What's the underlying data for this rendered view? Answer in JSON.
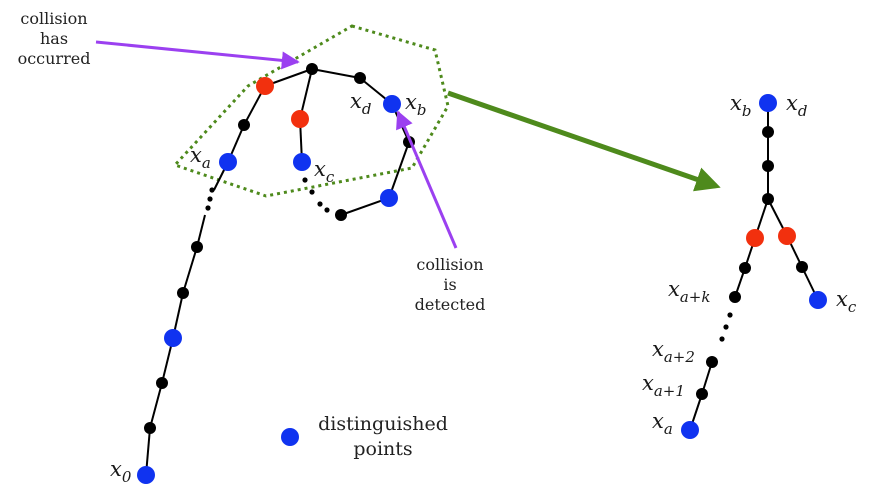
{
  "annotations": {
    "collision_occurred": [
      "collision",
      "has",
      "occurred"
    ],
    "collision_detected": [
      "collision",
      "is",
      "detected"
    ]
  },
  "legend": {
    "label_lines": [
      "distinguished",
      "points"
    ]
  },
  "labels": [
    {
      "key": "x0",
      "base": "x",
      "sub": "0"
    },
    {
      "key": "xa_left",
      "base": "x",
      "sub": "a"
    },
    {
      "key": "xc_left",
      "base": "x",
      "sub": "c"
    },
    {
      "key": "xd_left",
      "base": "x",
      "sub": "d"
    },
    {
      "key": "xb_left",
      "base": "x",
      "sub": "b"
    },
    {
      "key": "xb_right",
      "base": "x",
      "sub": "b"
    },
    {
      "key": "xd_right",
      "base": "x",
      "sub": "d"
    },
    {
      "key": "xak",
      "base": "x",
      "sub": "a+k"
    },
    {
      "key": "xc_right",
      "base": "x",
      "sub": "c"
    },
    {
      "key": "xa2",
      "base": "x",
      "sub": "a+2"
    },
    {
      "key": "xa1",
      "base": "x",
      "sub": "a+1"
    },
    {
      "key": "xa_right",
      "base": "x",
      "sub": "a"
    }
  ],
  "colors": {
    "distinguished": "#1033f0",
    "collision": "#f2300e",
    "ordinary": "#000000",
    "annotation_arrow": "#9b40f0",
    "zoom_arrow": "#4e8a1c",
    "detection_region": "#4e8a1c"
  }
}
